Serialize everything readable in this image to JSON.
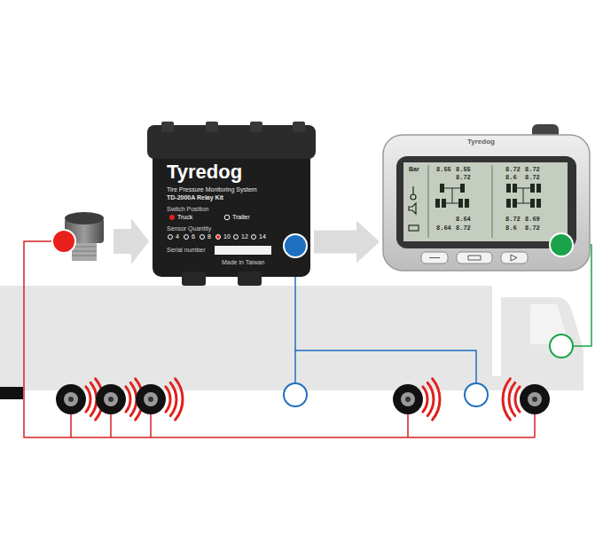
{
  "diagram": {
    "nodes": [
      {
        "text": [
          "Tyredog",
          "Tire Pressure Monitoring System",
          "TD-2000A Relay Kit",
          "Switch Position",
          "Truck",
          "Trailer",
          "Sensor Quantity",
          "4",
          "6",
          "8",
          "10",
          "12",
          "14",
          "Serial number",
          "Made in Taiwan"
        ]
      },
      {
        "text": [
          "Tyredog",
          "Bar",
          "8.55",
          "8.55",
          "8.72",
          "8.72",
          "8.72",
          "8.6",
          "8.72",
          "8.64",
          "8.72",
          "8.69",
          "8.64",
          "8.72",
          "8.6",
          "8.72"
        ]
      }
    ],
    "edges": [
      {
        "from": 0,
        "to": 1,
        "arrow": "to"
      }
    ]
  }
}
